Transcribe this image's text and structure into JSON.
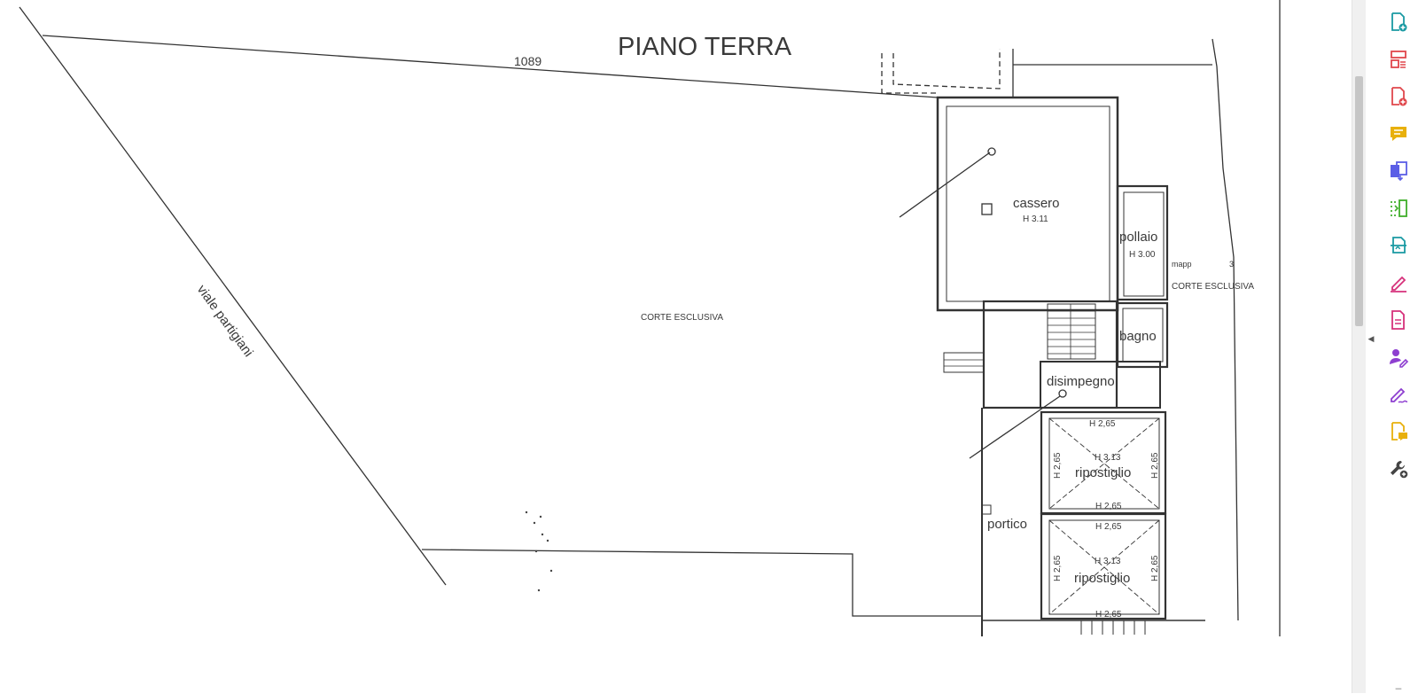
{
  "plan": {
    "title": "PIANO TERRA",
    "parcel_number": "1089",
    "street": "viale partigiani",
    "exclusive_court_main": "CORTE ESCLUSIVA",
    "exclusive_court_side": "CORTE ESCLUSIVA",
    "map_note": "mapp",
    "map_note_suffix": "3",
    "rooms": {
      "cassero": {
        "label": "cassero",
        "height": "H 3.11"
      },
      "pollaio": {
        "label": "pollaio",
        "height": "H 3.00"
      },
      "bagno": {
        "label": "bagno"
      },
      "disimpegno": {
        "label": "disimpegno"
      },
      "portico": {
        "label": "portico"
      },
      "ripostiglio_1": {
        "label": "ripostiglio",
        "height_center": "H 3.13",
        "height_top": "H 2,65",
        "height_bottom": "H 2,65",
        "height_left": "H 2,65",
        "height_right": "H 2,65"
      },
      "ripostiglio_2": {
        "label": "ripostiglio",
        "height_center": "H 3.13",
        "height_top": "H 2,65",
        "height_bottom": "H 2,65",
        "height_left": "H 2,65",
        "height_right": "H 2,65"
      }
    }
  },
  "toolbar": {
    "tools": [
      {
        "name": "create-pdf",
        "icon": "create-pdf-icon",
        "color": "#1a9aa3"
      },
      {
        "name": "organize-pages",
        "icon": "organize-pages-icon",
        "color": "#e0474c"
      },
      {
        "name": "export-pdf",
        "icon": "export-pdf-icon",
        "color": "#e0474c"
      },
      {
        "name": "comment",
        "icon": "comment-icon",
        "color": "#e8b00c"
      },
      {
        "name": "combine-files",
        "icon": "combine-files-icon",
        "color": "#5b5ee6"
      },
      {
        "name": "compress-pdf",
        "icon": "compress-pdf-icon",
        "color": "#3fae2a"
      },
      {
        "name": "scan-ocr",
        "icon": "scan-icon",
        "color": "#1a9aa3"
      },
      {
        "name": "fill-sign",
        "icon": "fill-sign-icon",
        "color": "#d6317b"
      },
      {
        "name": "edit-pdf",
        "icon": "edit-pdf-icon",
        "color": "#d6317b"
      },
      {
        "name": "request-signatures",
        "icon": "request-signature-icon",
        "color": "#8e3fd0"
      },
      {
        "name": "sign",
        "icon": "signature-icon",
        "color": "#8e3fd0"
      },
      {
        "name": "send-for-comments",
        "icon": "send-comments-icon",
        "color": "#e8b00c"
      },
      {
        "name": "more-tools",
        "icon": "more-tools-icon",
        "color": "#444444"
      }
    ]
  }
}
